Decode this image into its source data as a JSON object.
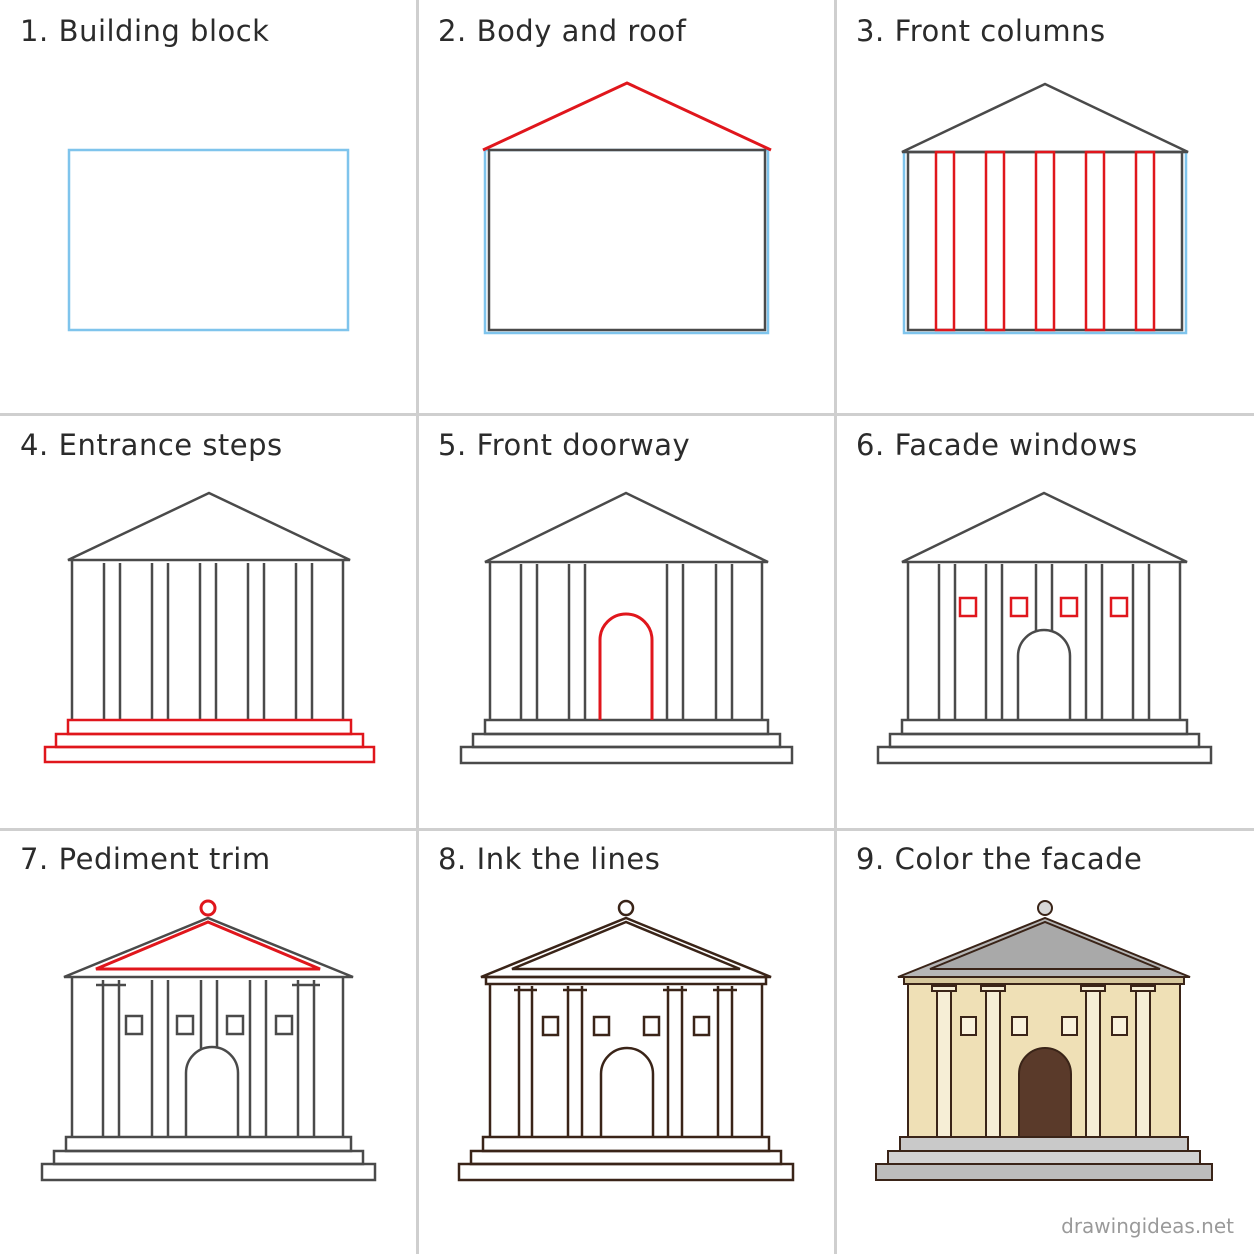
{
  "steps": [
    {
      "num": "1.",
      "title": "Building block"
    },
    {
      "num": "2.",
      "title": "Body and roof"
    },
    {
      "num": "3.",
      "title": "Front columns"
    },
    {
      "num": "4.",
      "title": "Entrance steps"
    },
    {
      "num": "5.",
      "title": "Front doorway"
    },
    {
      "num": "6.",
      "title": "Facade windows"
    },
    {
      "num": "7.",
      "title": "Pediment trim"
    },
    {
      "num": "8.",
      "title": "Ink the lines"
    },
    {
      "num": "9.",
      "title": "Color the facade"
    }
  ],
  "watermark": "drawingideas.net",
  "colors": {
    "guide_blue": "#7fc4ec",
    "new_red": "#e0161c",
    "pencil_gray": "#4a4a4a",
    "ink_brown": "#3a2418",
    "facade_tan": "#efe0b6",
    "roof_gray": "#b6b6b6",
    "door_brown": "#5a3a2a",
    "step_gray": "#c9c9c9"
  }
}
